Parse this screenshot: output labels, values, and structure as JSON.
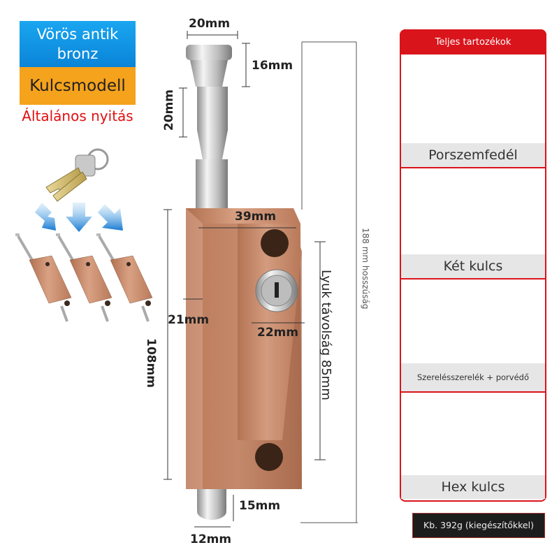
{
  "badges": {
    "color": "Vörös antik bronz",
    "model": "Kulcsmodell",
    "opening": "Általános nyitás"
  },
  "dimensions": {
    "knob_width": "20mm",
    "knob_height": "16mm",
    "shaft_length": "20mm",
    "body_top_width": "39mm",
    "side_depth": "21mm",
    "lock_width": "22mm",
    "body_height": "108mm",
    "hole_distance": "Lyuk távolság 85mm",
    "total_length": "188 mm hosszúság",
    "bottom_pin": "15mm",
    "pin_diameter": "12mm"
  },
  "accessories": {
    "title": "Teljes tartozékok",
    "items": [
      {
        "label": "Porszemfedél",
        "icon": "dust-cover-icon"
      },
      {
        "label": "Két kulcs",
        "icon": "keys-icon"
      },
      {
        "label": "Szerelésszerelék + porvédő",
        "icon": "screws-icon"
      },
      {
        "label": "Hex kulcs",
        "icon": "hex-key-icon"
      }
    ]
  },
  "weight": "Kb. 392g (kiegészítőkkel)",
  "colors": {
    "accent_red": "#d9141b",
    "bronze": "#c98a6a",
    "blue": "#0a84d8",
    "orange": "#f5a21c"
  }
}
